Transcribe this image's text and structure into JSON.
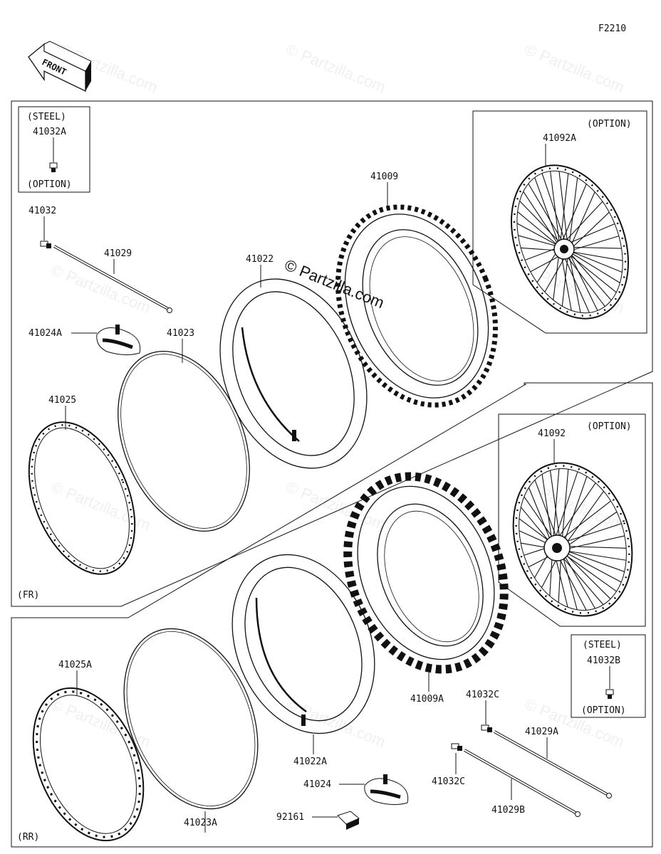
{
  "figure_id": "F2210",
  "front_label": "FRONT",
  "watermark": "© Partzilla.com",
  "sections": {
    "front": "(FR)",
    "rear": "(RR)"
  },
  "boxes": {
    "steel_front": {
      "top": "(STEEL)",
      "part": "41032A",
      "bottom": "(OPTION)"
    },
    "steel_rear": {
      "top": "(STEEL)",
      "part": "41032B",
      "bottom": "(OPTION)"
    },
    "wheel_front_option": "(OPTION)",
    "wheel_rear_option": "(OPTION)"
  },
  "front_parts": {
    "p41032": "41032",
    "p41029": "41029",
    "p41024A": "41024A",
    "p41023": "41023",
    "p41025": "41025",
    "p41022": "41022",
    "p41009": "41009",
    "p41092A": "41092A"
  },
  "rear_parts": {
    "p41092": "41092",
    "p41025A": "41025A",
    "p41023A": "41023A",
    "p41022A": "41022A",
    "p41009A": "41009A",
    "p41032C_top": "41032C",
    "p41032C_bottom": "41032C",
    "p41029A": "41029A",
    "p41029B": "41029B",
    "p41024": "41024",
    "p92161": "92161"
  }
}
